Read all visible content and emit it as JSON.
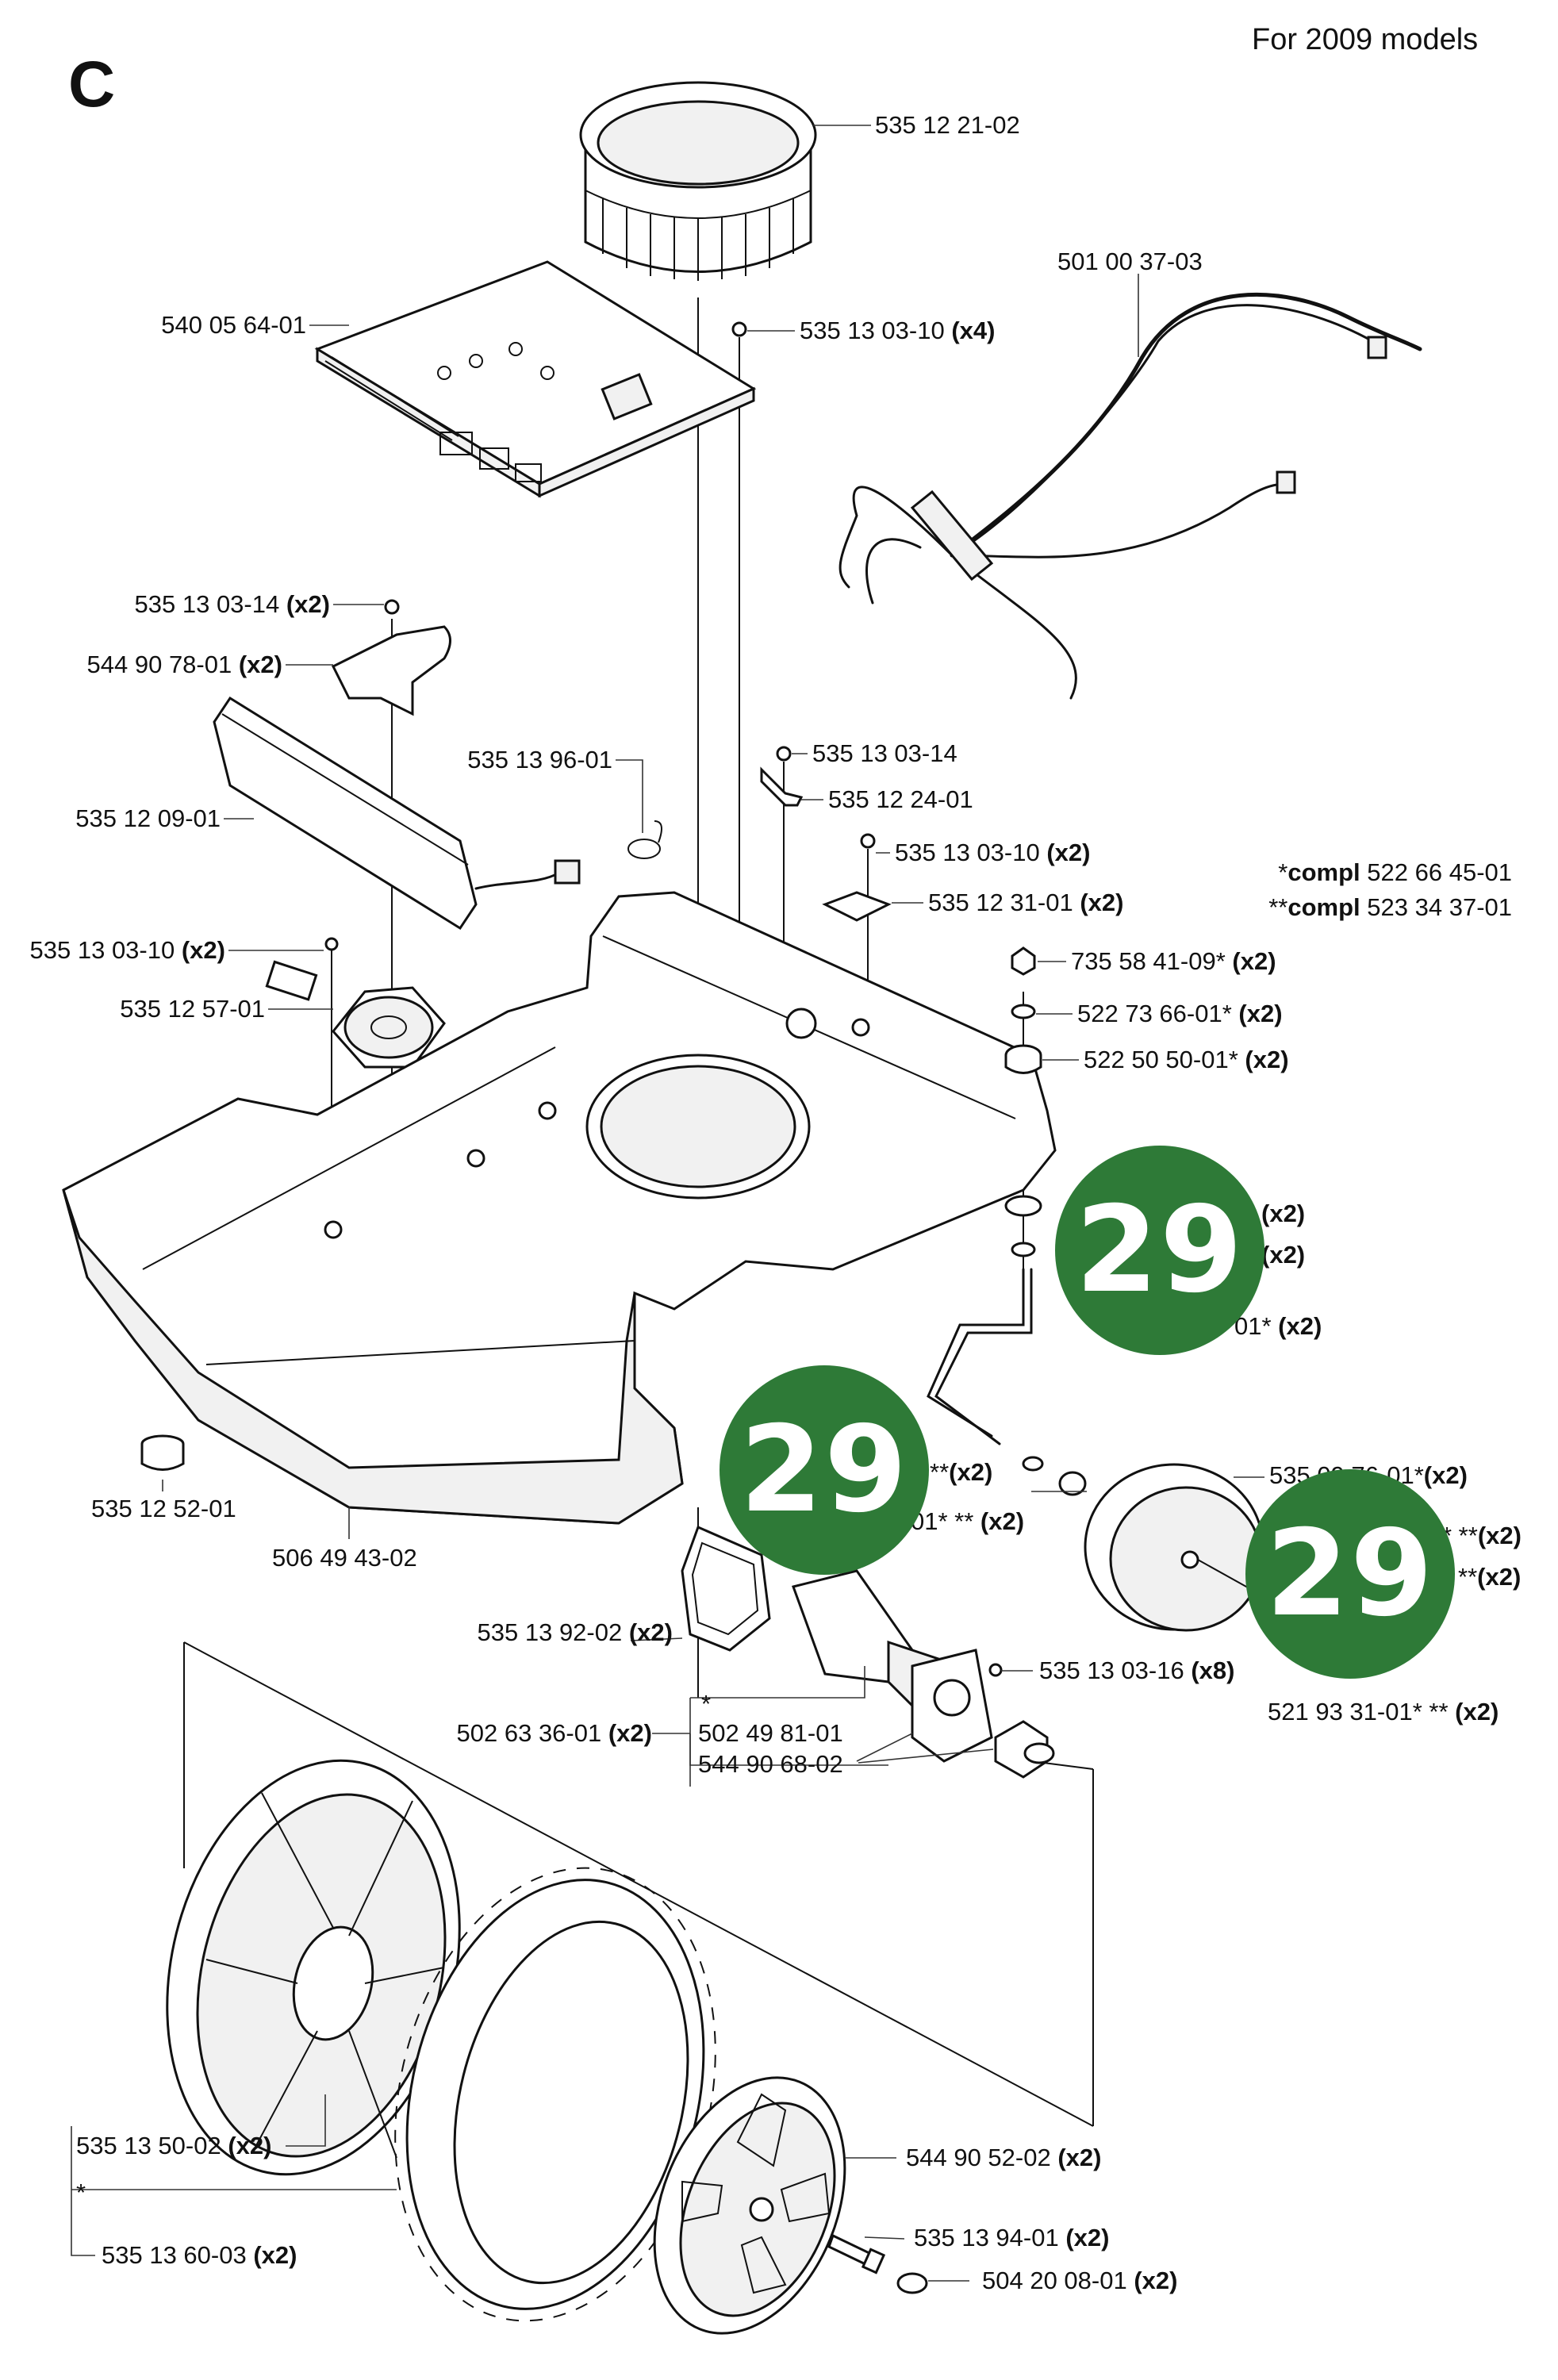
{
  "page": {
    "section": "C",
    "note": "For 2009 models"
  },
  "kit_notes": [
    {
      "marker": "*",
      "label": "compl",
      "number": "522 66 45-01"
    },
    {
      "marker": "**",
      "label": "compl",
      "number": "523 34 37-01"
    }
  ],
  "badges": [
    {
      "text": "29"
    },
    {
      "text": "29"
    },
    {
      "text": "29"
    }
  ],
  "parts": [
    {
      "number": "535 12 21-02",
      "qty": ""
    },
    {
      "number": "501 00 37-03",
      "qty": ""
    },
    {
      "number": "540 05 64-01",
      "qty": ""
    },
    {
      "number": "535 13 03-10",
      "qty": "(x4)"
    },
    {
      "number": "535 13 03-14",
      "qty": "(x2)"
    },
    {
      "number": "544 90 78-01",
      "qty": "(x2)"
    },
    {
      "number": "535 13 96-01",
      "qty": ""
    },
    {
      "number": "535 13 03-14",
      "qty": ""
    },
    {
      "number": "535 12 24-01",
      "qty": ""
    },
    {
      "number": "535 12 09-01",
      "qty": ""
    },
    {
      "number": "535 13 03-10",
      "qty": "(x2)"
    },
    {
      "number": "535 12 31-01",
      "qty": "(x2)"
    },
    {
      "number": "535 13 03-10",
      "qty": "(x2)"
    },
    {
      "number": "535 12 57-01",
      "qty": ""
    },
    {
      "number": "735 58 41-09*",
      "qty": "(x2)"
    },
    {
      "number": "522 73 66-01*",
      "qty": "(x2)"
    },
    {
      "number": "522 50 50-01*",
      "qty": "(x2)"
    },
    {
      "number": "",
      "qty": "(x2)"
    },
    {
      "number": "",
      "qty": "(x2)"
    },
    {
      "number": "01*",
      "qty": "(x2)"
    },
    {
      "number": "535 12 52-01",
      "qty": ""
    },
    {
      "number": "506 49 43-02",
      "qty": ""
    },
    {
      "number": "**",
      "qty": "(x2)"
    },
    {
      "number": "01* **",
      "qty": "(x2)"
    },
    {
      "number": "535 09 76-01*",
      "qty": "(x2)"
    },
    {
      "number": "* **",
      "qty": "(x2)"
    },
    {
      "number": "**",
      "qty": "(x2)"
    },
    {
      "number": "535 13 92-02",
      "qty": "(x2)"
    },
    {
      "number": "535 13 03-16",
      "qty": "(x8)"
    },
    {
      "number": "521 93 31-01* **",
      "qty": "(x2)"
    },
    {
      "number": "*",
      "qty": ""
    },
    {
      "number": "502 63 36-01",
      "qty": "(x2)"
    },
    {
      "number": "502 49 81-01",
      "qty": ""
    },
    {
      "number": "544 90 68-02",
      "qty": ""
    },
    {
      "number": "535 13 50-02",
      "qty": "(x2)"
    },
    {
      "number": "*",
      "qty": ""
    },
    {
      "number": "544 90 52-02",
      "qty": "(x2)"
    },
    {
      "number": "535 13 94-01",
      "qty": "(x2)"
    },
    {
      "number": "504 20 08-01",
      "qty": "(x2)"
    },
    {
      "number": "535 13 60-03",
      "qty": "(x2)"
    }
  ]
}
